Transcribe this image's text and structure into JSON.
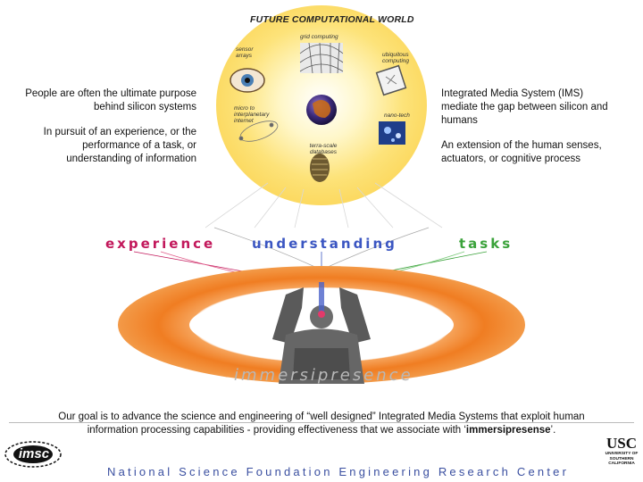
{
  "title": "FUTURE COMPUTATIONAL WORLD",
  "sphere_labels": {
    "grid": "grid computing",
    "sensor": "sensor arrays",
    "ubiquitous": "ubiquitous computing",
    "micro": "micro to interplanetary internet",
    "nano": "nano-tech",
    "terra": "terra-scale databases"
  },
  "left_text": {
    "p1": "People are often the ultimate purpose behind silicon systems",
    "p2": "In pursuit of an experience, or the performance of a task, or understanding of information"
  },
  "right_text": {
    "p1": "Integrated Media System (IMS) mediate the gap between silicon and humans",
    "p2": "An extension of the human senses, actuators, or cognitive process"
  },
  "bands": {
    "experience": "experience",
    "understanding": "understanding",
    "tasks": "tasks",
    "immersipresence": "immersipresence"
  },
  "colors": {
    "experience": "#c2185b",
    "understanding": "#3b56c2",
    "tasks": "#3aa23a",
    "ring": "#f07d22",
    "glow": "#fde37a"
  },
  "goal_text": {
    "before": "Our goal is to advance the science and engineering of “well designed” Integrated Media Systems that exploit human information processing capabilities - providing effectiveness that we associate with ‘",
    "em": "immersipresense",
    "after": "’."
  },
  "footer": "National Science Foundation Engineering Research Center",
  "logos": {
    "imsc": "imsc",
    "usc_big": "USC",
    "usc_small": "UNIVERSITY OF SOUTHERN CALIFORNIA"
  }
}
